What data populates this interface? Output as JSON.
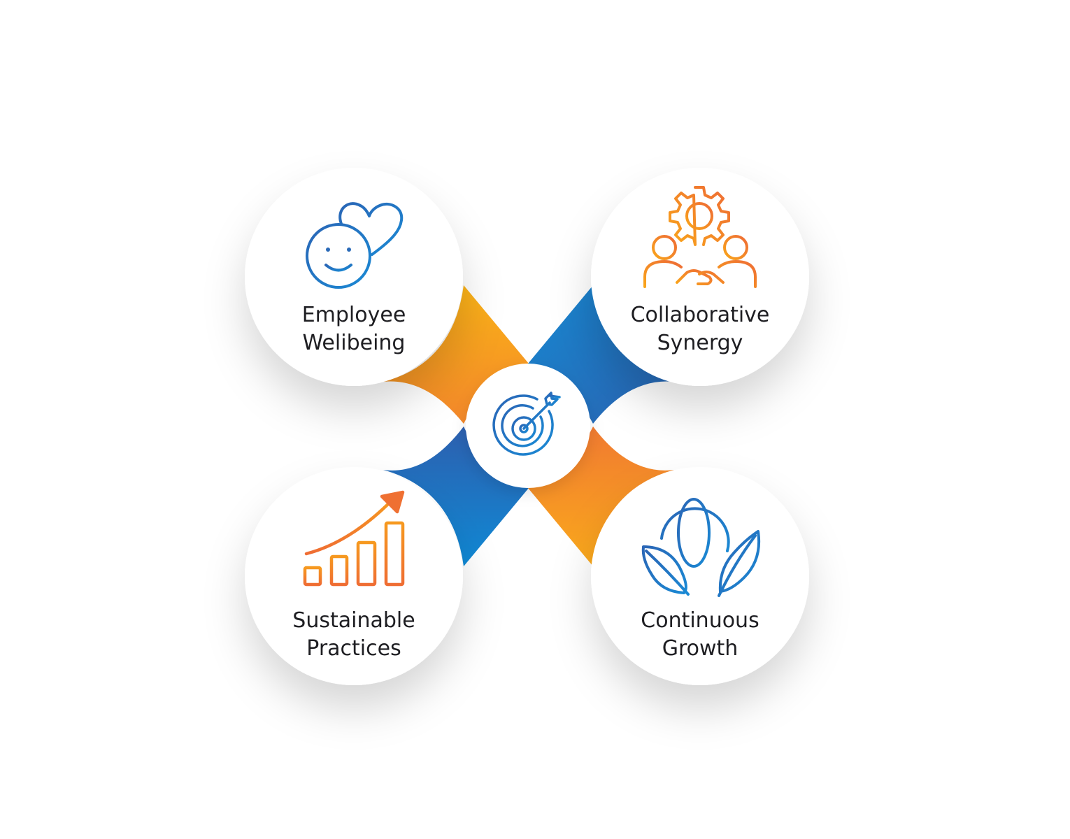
{
  "colors": {
    "blue": "#1d74c2",
    "blue_light": "#1b86d0",
    "orange": "#f07b2f",
    "yellow": "#f8ab1c",
    "text": "#1e1e22"
  },
  "center": {
    "icon": "target-arrow-icon"
  },
  "nodes": [
    {
      "id": "employee-wellbeing",
      "label_line1": "Employee",
      "label_line2": "Welibeing",
      "icon": "smiley-heart-icon"
    },
    {
      "id": "collaborative-synergy",
      "label_line1": "Collaborative",
      "label_line2": "Synergy",
      "icon": "team-gear-handshake-icon"
    },
    {
      "id": "sustainable-practices",
      "label_line1": "Sustainable",
      "label_line2": "Practices",
      "icon": "growth-chart-arrow-icon"
    },
    {
      "id": "continuous-growth",
      "label_line1": "Continuous",
      "label_line2": "Growth",
      "icon": "globe-leaves-icon"
    }
  ]
}
